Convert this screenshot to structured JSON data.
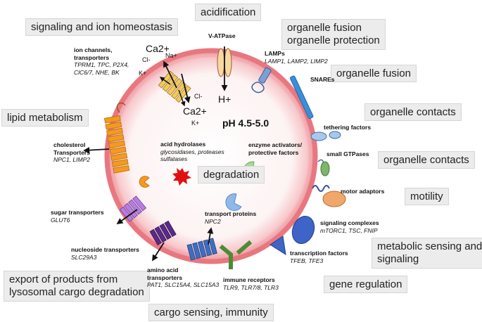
{
  "categories": {
    "acidification": "acidification",
    "signaling": "signaling and ion homeostasis",
    "fusion_protection": [
      "organelle fusion",
      "organelle protection"
    ],
    "fusion": "organelle fusion",
    "contacts1": "organelle contacts",
    "lipid": "lipid metabolism",
    "contacts2": "organelle contacts",
    "degradation": "degradation",
    "motility": "motility",
    "metabolic": [
      "metabolic sensing and",
      "signaling"
    ],
    "export": [
      "export of products from",
      "lysosomal cargo degradation"
    ],
    "gene": "gene regulation",
    "cargo": "cargo sensing, immunity"
  },
  "ph": "pH 4.5-5.0",
  "ions": {
    "ca_top": "Ca2+",
    "ca_bottom": "Ca2+",
    "na_top": "Na+",
    "cl_left": "Cl-",
    "k_left": "K+",
    "cl_right": "Cl-",
    "k_right": "K+",
    "h": "H+"
  },
  "labels": {
    "vatpase": "V-ATPase",
    "lamps": {
      "title": "LAMPs",
      "examples": "LAMP1, LAMP2, LIMP2"
    },
    "snares": "SNAREs",
    "tethering": "tethering factors",
    "small_gtpases": "small GTPases",
    "motor_adaptors": "motor adaptors",
    "signaling_complexes": {
      "title": "signaling complexes",
      "examples": "mTORC1, TSC, FNIP"
    },
    "transcription_factors": {
      "title": "transcription factors",
      "examples": "TFEB, TFE3"
    },
    "immune_receptors": {
      "title": "immune receptors",
      "examples": "TLR9, TLR7/8, TLR3"
    },
    "amino_acid": {
      "title": [
        "amino acid",
        "transporters"
      ],
      "examples": "PAT1, SLC15A4, SLC15A3"
    },
    "nucleoside": {
      "title": "nucleoside transporters",
      "examples": "SLC29A3"
    },
    "sugar": {
      "title": "sugar transporters",
      "examples": "GLUT6"
    },
    "cholesterol": {
      "title": [
        "cholesterol",
        "Transporters"
      ],
      "examples": "NPC1, LIMP2"
    },
    "ion_channels": {
      "title": [
        "ion channels,",
        "transporters"
      ],
      "examples": [
        "TPRM1, TPC, P2X4,",
        "ClC6/7, NHE, BK"
      ]
    },
    "acid_hydrolases": {
      "title": "acid hydrolases",
      "examples": [
        "glycosidases, proteases",
        "sulfatases"
      ]
    },
    "enzyme_activators": {
      "title": [
        "enzyme activators/",
        "protective factors"
      ]
    },
    "transport_proteins": {
      "title": "transport proteins",
      "examples": "NPC2"
    }
  },
  "colors": {
    "membrane": "#e8777f",
    "box_bg": "#ececec",
    "vatpase": "#f6d9a0",
    "ion_channel": "#f2c95c",
    "cholesterol": "#f39a1f",
    "sugar": "#b47fe0",
    "nucleoside": "#5a2a8a",
    "amino": "#3d6fc2",
    "immune": "#4e8a35",
    "transcription": "#3d64c6",
    "signaling": "#3d64c6",
    "motor": "#f0a76b",
    "gtpase": "#7db56a",
    "tethering": "#a9c8ea",
    "snare": "#3b8fd9",
    "lamp": "#7c9fd6",
    "hydrolase": "#e01010",
    "activator": "#a8d89a",
    "transport_protein": "#8eb9e8"
  }
}
